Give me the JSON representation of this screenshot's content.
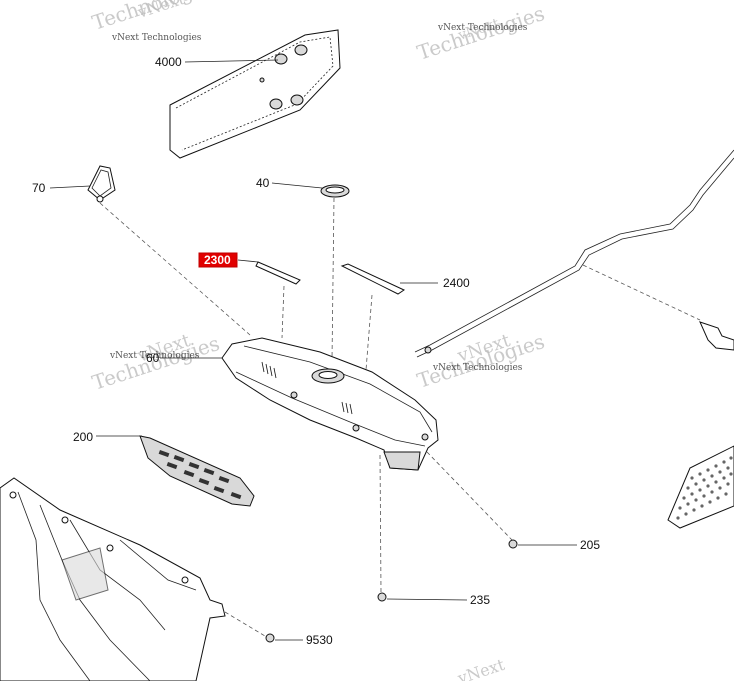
{
  "callouts": {
    "c4000": "4000",
    "c70": "70",
    "c40": "40",
    "c2300": "2300",
    "c2400": "2400",
    "c60": "60",
    "c200": "200",
    "c205": "205",
    "c235": "235",
    "c9530": "9530"
  },
  "watermark": {
    "line1": "vNext",
    "line2": "Technologies",
    "small": "vNext Technologies"
  },
  "highlight": {
    "color": "#e10000",
    "callout": "2300"
  }
}
